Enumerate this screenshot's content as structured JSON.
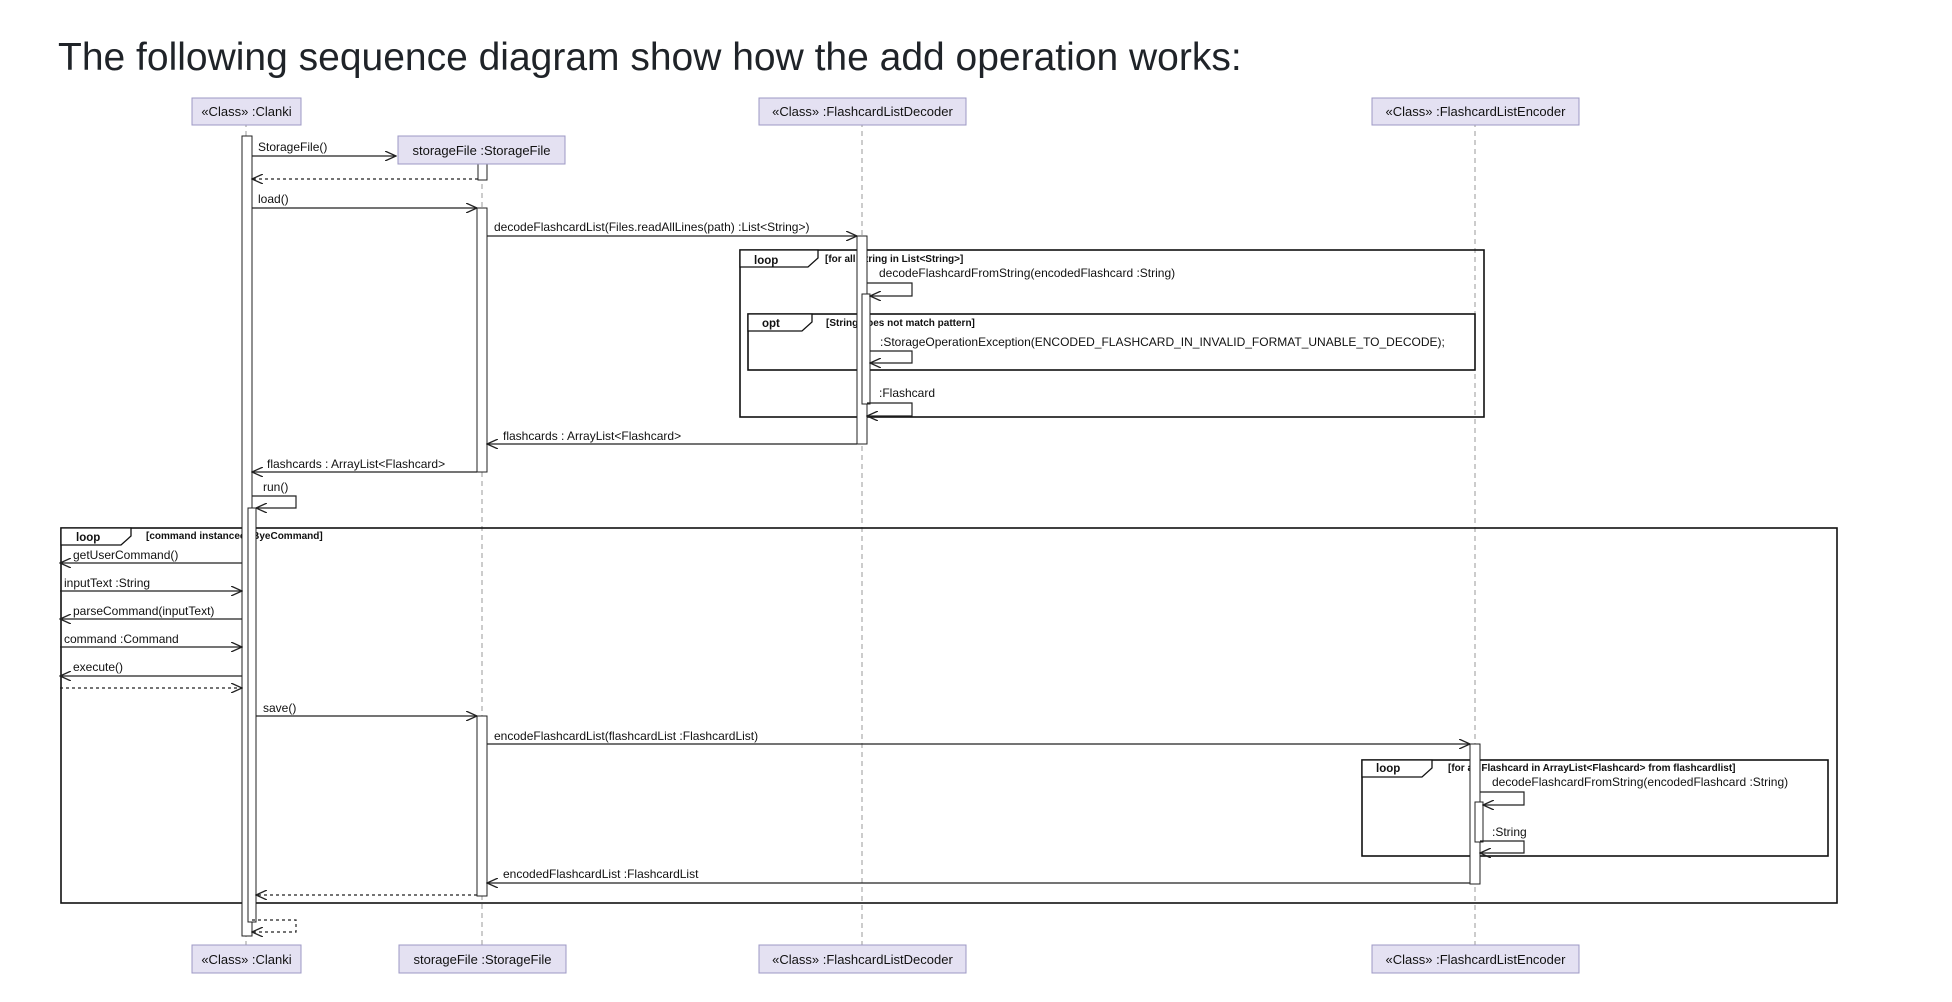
{
  "page": {
    "title": "The following sequence diagram show how the add operation works:"
  },
  "diagram": {
    "participants": {
      "clanki": "«Class» :Clanki",
      "storage": "storageFile :StorageFile",
      "decoder": "«Class» :FlashcardListDecoder",
      "encoder": "«Class» :FlashcardListEncoder"
    },
    "messages": {
      "storage_file": "StorageFile()",
      "load": "load()",
      "decode_list": "decodeFlashcardList(Files.readAllLines(path) :List<String>)",
      "decode_from_string": "decodeFlashcardFromString(encodedFlashcard :String)",
      "storage_exception": ":StorageOperationException(ENCODED_FLASHCARD_IN_INVALID_FORMAT_UNABLE_TO_DECODE);",
      "flashcard": ":Flashcard",
      "flashcards_return": "flashcards : ArrayList<Flashcard>",
      "flashcards_return2": "flashcards : ArrayList<Flashcard>",
      "run": "run()",
      "get_user_command": "getUserCommand()",
      "input_text": "inputText :String",
      "parse_command": "parseCommand(inputText)",
      "command": "command :Command",
      "execute": "execute()",
      "save": "save()",
      "encode_list": "encodeFlashcardList(flashcardList :FlashcardList)",
      "decode_from_string2": "decodeFlashcardFromString(encodedFlashcard :String)",
      "string_return": ":String",
      "encoded_return": "encodedFlashcardList :FlashcardList"
    },
    "fragments": {
      "loop1": {
        "tag": "loop",
        "condition": "[for all String in List<String>]"
      },
      "opt1": {
        "tag": "opt",
        "condition": "[String does not match pattern]"
      },
      "loop2": {
        "tag": "loop",
        "condition": "[command instanceof ByeCommand]"
      },
      "loop3": {
        "tag": "loop",
        "condition": "[for all Flashcard in ArrayList<Flashcard> from flashcardlist]"
      }
    }
  }
}
